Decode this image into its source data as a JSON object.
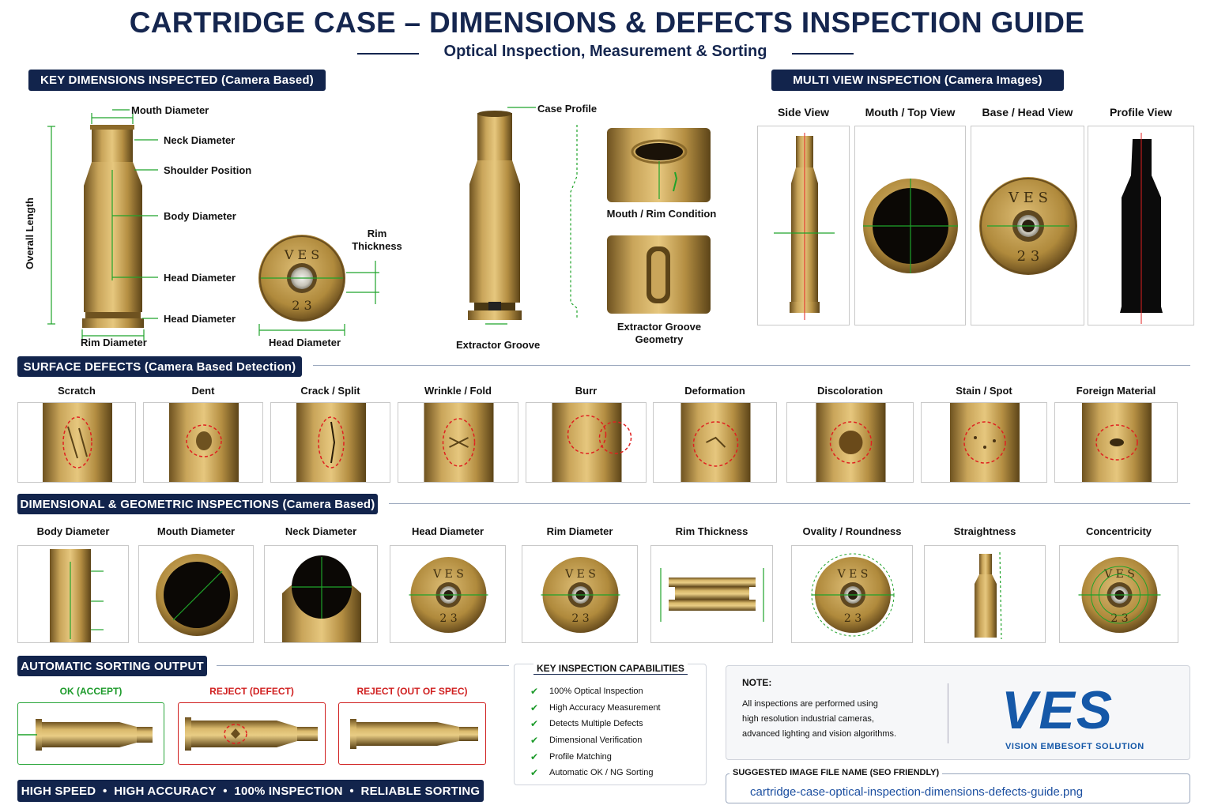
{
  "header": {
    "title": "CARTRIDGE CASE – DIMENSIONS & DEFECTS INSPECTION GUIDE",
    "subtitle": "Optical Inspection, Measurement & Sorting"
  },
  "key_dimensions": {
    "heading": "KEY DIMENSIONS INSPECTED (Camera Based)",
    "labels": {
      "mouth_diameter": "Mouth Diameter",
      "neck_diameter": "Neck Diameter",
      "shoulder_position": "Shoulder Position",
      "body_diameter": "Body Diameter",
      "head_diameter_1": "Head Diameter",
      "head_diameter_2": "Head Diameter",
      "overall_length": "Overall Length",
      "rim_diameter": "Rim Diameter",
      "rim_thickness": "Rim\nThickness",
      "head_diameter_base": "Head Diameter",
      "case_profile": "Case Profile",
      "extractor_groove": "Extractor Groove",
      "mouth_rim_condition": "Mouth / Rim Condition",
      "extractor_groove_geometry": "Extractor Groove\nGeometry"
    },
    "headstamp": {
      "top": "V E S",
      "bottom": "2 3"
    }
  },
  "multi_view": {
    "heading": "MULTI VIEW INSPECTION (Camera Images)",
    "views": [
      "Side View",
      "Mouth / Top View",
      "Base / Head View",
      "Profile View"
    ]
  },
  "surface_defects": {
    "heading": "SURFACE DEFECTS (Camera Based Detection)",
    "items": [
      "Scratch",
      "Dent",
      "Crack / Split",
      "Wrinkle / Fold",
      "Burr",
      "Deformation",
      "Discoloration",
      "Stain / Spot",
      "Foreign Material"
    ]
  },
  "dimensional": {
    "heading": "DIMENSIONAL & GEOMETRIC INSPECTIONS (Camera Based)",
    "items": [
      "Body Diameter",
      "Mouth Diameter",
      "Neck Diameter",
      "Head Diameter",
      "Rim Diameter",
      "Rim Thickness",
      "Ovality / Roundness",
      "Straightness",
      "Concentricity"
    ]
  },
  "sorting": {
    "heading": "AUTOMATIC SORTING OUTPUT",
    "ok": "OK (ACCEPT)",
    "reject_defect": "REJECT (DEFECT)",
    "reject_spec": "REJECT (OUT OF SPEC)",
    "banner": "HIGH SPEED  •  HIGH ACCURACY  •  100% INSPECTION  •  RELIABLE SORTING"
  },
  "capabilities": {
    "heading": "KEY INSPECTION CAPABILITIES",
    "items": [
      "100% Optical Inspection",
      "High Accuracy Measurement",
      "Detects Multiple Defects",
      "Dimensional Verification",
      "Profile Matching",
      "Automatic OK / NG Sorting"
    ]
  },
  "note": {
    "heading": "NOTE:",
    "lines": [
      "All inspections are performed using",
      "high resolution industrial cameras,",
      "advanced lighting and vision algorithms."
    ]
  },
  "brand": {
    "logo": "VES",
    "tagline": "VISION EMBESOFT SOLUTION"
  },
  "filename": {
    "heading": "SUGGESTED IMAGE FILE NAME (SEO FRIENDLY)",
    "value": "cartridge-case-optical-inspection-dimensions-defects-guide.png"
  },
  "colors": {
    "navy": "#12244c",
    "brass": "#b08a3c",
    "ok_green": "#1c9a2a",
    "reject_red": "#d02020",
    "logo_blue": "#1558a8"
  }
}
